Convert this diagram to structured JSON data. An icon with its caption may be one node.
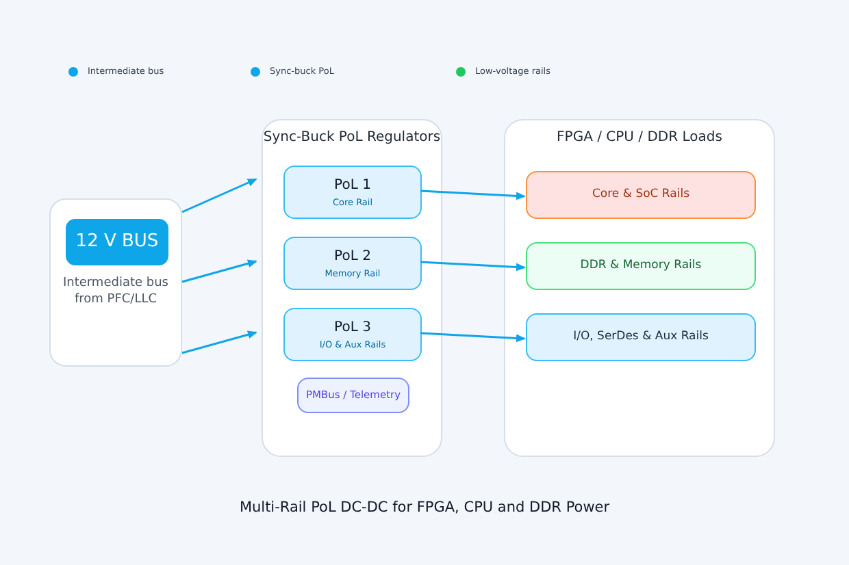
{
  "diagram": {
    "caption": "Multi-Rail PoL DC-DC for FPGA, CPU and DDR Power",
    "nodes": [
      {
        "text": [
          "Intermediate bus from PFC/LLC"
        ]
      },
      {
        "text": [
          "12 V BUS"
        ],
        "in": 0
      },
      {
        "text": [
          "Sync-Buck PoL Regulators"
        ]
      },
      {
        "text": [
          "PoL 1",
          "Core Rail"
        ],
        "in": 2
      },
      {
        "text": [
          "PoL 2",
          "Memory Rail"
        ],
        "in": 2
      },
      {
        "text": [
          "PoL 3",
          "I/O & Aux Rails"
        ],
        "in": 2
      },
      {
        "text": [
          "PMBus / Telemetry"
        ],
        "in": 2
      },
      {
        "text": [
          "FPGA / CPU / DDR Loads"
        ]
      },
      {
        "text": [
          "Core & SoC Rails"
        ],
        "in": 7
      },
      {
        "text": [
          "DDR & Memory Rails"
        ],
        "in": 7
      },
      {
        "text": [
          "I/O, SerDes & Aux Rails"
        ],
        "in": 7
      }
    ],
    "edges": [
      {
        "from": 0,
        "to": 2,
        "arrow": "to"
      },
      {
        "from": 0,
        "to": 2,
        "arrow": "to"
      },
      {
        "from": 0,
        "to": 2,
        "arrow": "to"
      },
      {
        "from": 3,
        "to": 8,
        "arrow": "to"
      },
      {
        "from": 4,
        "to": 9,
        "arrow": "to"
      },
      {
        "from": 5,
        "to": 10,
        "arrow": "to"
      }
    ],
    "legend": [
      {
        "text": "Intermediate bus",
        "color": "#0ea5e9"
      },
      {
        "text": "Sync-buck PoL",
        "color": "#0ea5e9"
      },
      {
        "text": "Low-voltage rails",
        "color": "#22c55e"
      }
    ]
  }
}
